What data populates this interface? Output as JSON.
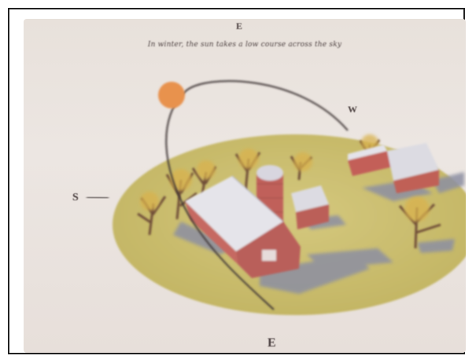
{
  "caption": "In winter, the sun takes a low course across the sky",
  "labels": {
    "top": "E",
    "west": "W",
    "south": "S",
    "east": "E"
  },
  "colors": {
    "sun": "#e8924e",
    "field": "#cdbf72",
    "barn": "#b95f5a",
    "roof": "#dcdbe2",
    "path": "#3e3434",
    "shadow": "#8c8fa2"
  }
}
